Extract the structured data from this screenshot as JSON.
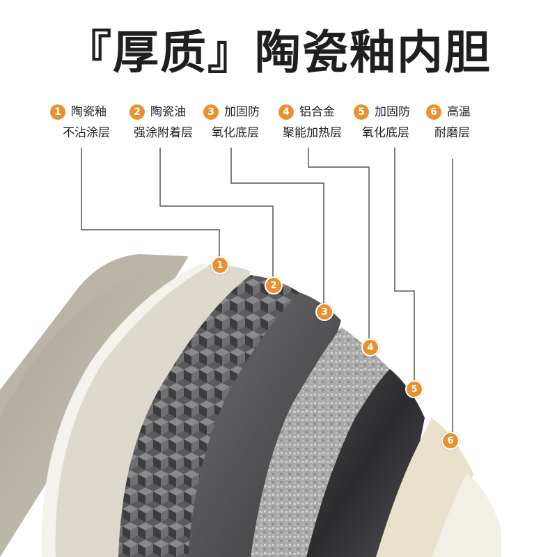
{
  "title": "『厚质』陶瓷釉内胆",
  "layers": [
    {
      "num": "1",
      "line1": "陶瓷釉",
      "line2": "不沾涂层"
    },
    {
      "num": "2",
      "line1": "陶瓷油",
      "line2": "强涂附着层"
    },
    {
      "num": "3",
      "line1": "加固防",
      "line2": "氧化底层"
    },
    {
      "num": "4",
      "line1": "铝合金",
      "line2": "聚能加热层"
    },
    {
      "num": "5",
      "line1": "加固防",
      "line2": "氧化底层"
    },
    {
      "num": "6",
      "line1": "高温",
      "line2": "耐磨层"
    }
  ],
  "colors": {
    "accent": "#e9912f",
    "title": "#1f1f1f"
  }
}
